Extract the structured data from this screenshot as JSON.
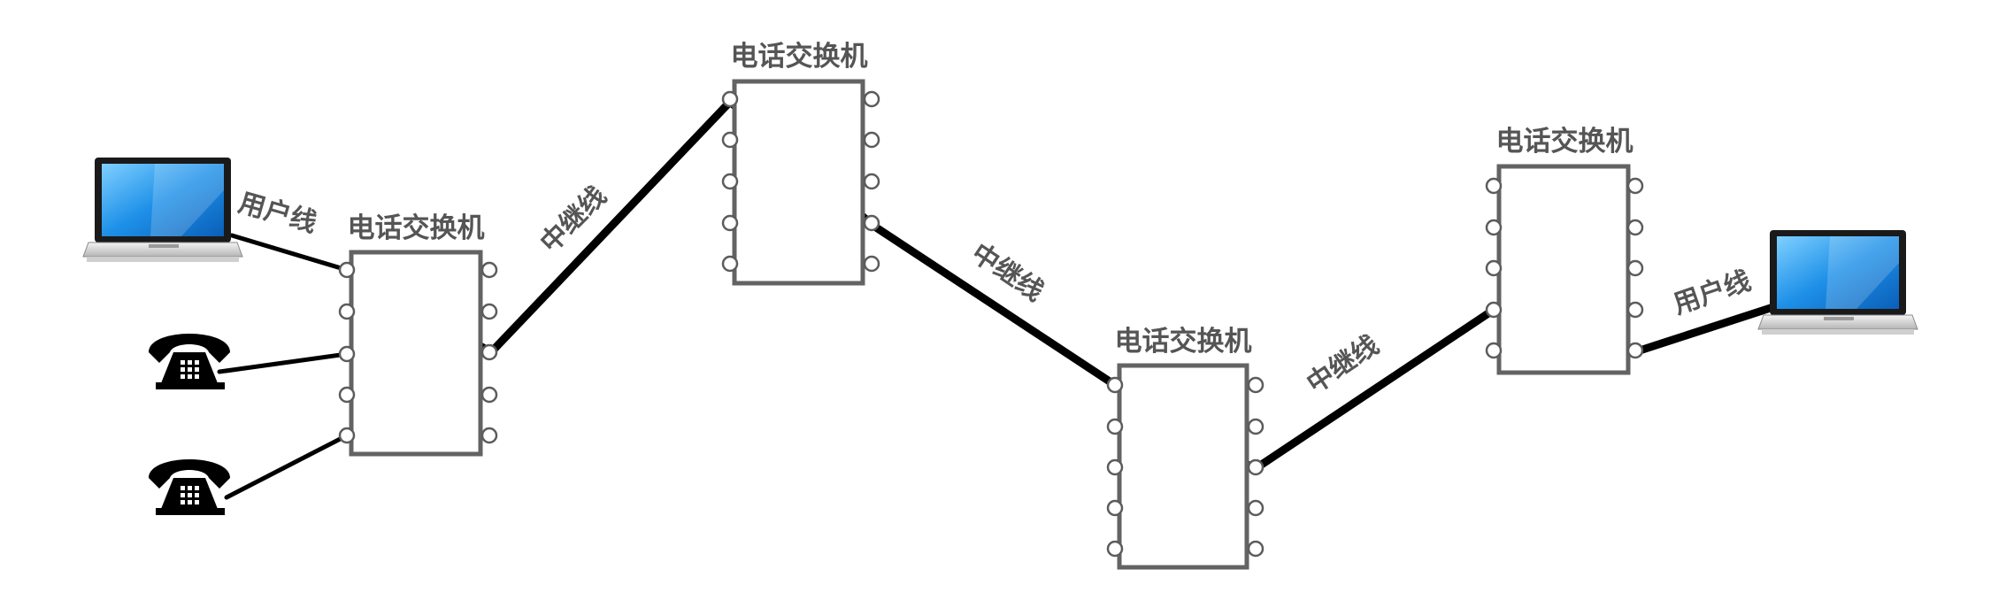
{
  "diagram": {
    "switches": [
      {
        "label": "电话交换机"
      },
      {
        "label": "电话交换机"
      },
      {
        "label": "电话交换机"
      },
      {
        "label": "电话交换机"
      }
    ],
    "links": {
      "user_line_left": "用户线",
      "trunk_1": "中继线",
      "trunk_2": "中继线",
      "trunk_3": "中继线",
      "user_line_right": "用户线"
    },
    "devices": [
      {
        "icon": "laptop-icon"
      },
      {
        "icon": "telephone-icon"
      },
      {
        "icon": "telephone-icon"
      },
      {
        "icon": "laptop-icon"
      }
    ],
    "colors": {
      "line": "#000000",
      "switch_border": "#636363",
      "label": "#555555",
      "screen": "#1e90e8"
    }
  }
}
